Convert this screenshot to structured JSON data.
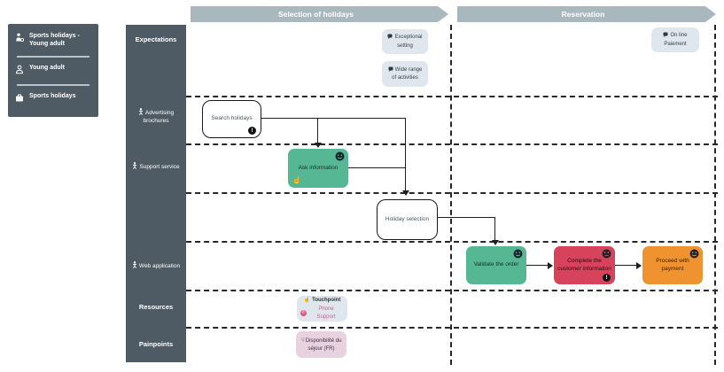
{
  "persona_panel": {
    "items": [
      {
        "label": "Sports holidays - Young adult"
      },
      {
        "label": "Young adult"
      },
      {
        "label": "Sports holidays"
      }
    ]
  },
  "phases": [
    {
      "label": "Selection of holidays"
    },
    {
      "label": "Reservation"
    }
  ],
  "lanes": [
    {
      "label": "Expectations"
    },
    {
      "label": "Advertising brochures"
    },
    {
      "label": "Support service"
    },
    {
      "label": "Web application"
    },
    {
      "label": "Resources"
    },
    {
      "label": "Painpoints"
    }
  ],
  "cards": {
    "exceptional_setting": {
      "label": "Exceptional setting"
    },
    "wide_range_activities": {
      "label": "Wide range of activities"
    },
    "online_payment": {
      "label": "On line Paiement"
    },
    "search_holidays": {
      "label": "Search holidays",
      "badge": "!"
    },
    "ask_information": {
      "label": "Ask information"
    },
    "holiday_selection": {
      "label": "Holiday selection"
    },
    "validate_order": {
      "label": "Validate the order"
    },
    "complete_customer_information": {
      "label": "Complete the customer information",
      "badge": "!"
    },
    "proceed_payment": {
      "label": "Proceed with payment"
    },
    "touchpoint": {
      "title": "Touchpoint",
      "subtitle": "Phone Support"
    },
    "painpoint": {
      "label": "Disponibilité du séjour (FR)"
    }
  },
  "colors": {
    "lane_bg": "#4e5b64",
    "phase_bg": "#a9b7bf",
    "positive": "#56b794",
    "negative": "#d6435a",
    "warning": "#ef9330",
    "soft_card": "#dfe6ed",
    "painpoint_card": "#e9d2e0",
    "phone_badge": "#e0527c"
  }
}
